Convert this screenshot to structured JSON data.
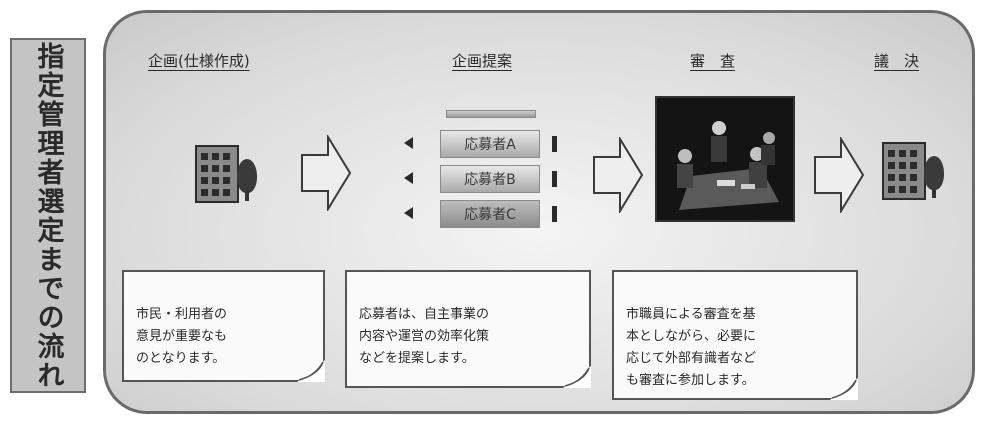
{
  "side_label": "指定管理者選定までの流れ",
  "steps": [
    {
      "heading": "企画(仕様作成)"
    },
    {
      "heading": "企画提案"
    },
    {
      "heading": "審　査"
    },
    {
      "heading": "議　決"
    }
  ],
  "applicants": [
    "応募者A",
    "応募者B",
    "応募者C"
  ],
  "notes": [
    "市民・利用者の\n意見が重要なも\nのとなります。",
    "応募者は、自主事業の\n内容や運営の効率化策\nなどを提案します。",
    "市職員による審査を基\n本としながら、必要に\n応じて外部有識者など\nも審査に参加します。"
  ],
  "icons": [
    "building-icon",
    "arrow-right-icon",
    "meeting-photo",
    "building-icon"
  ]
}
